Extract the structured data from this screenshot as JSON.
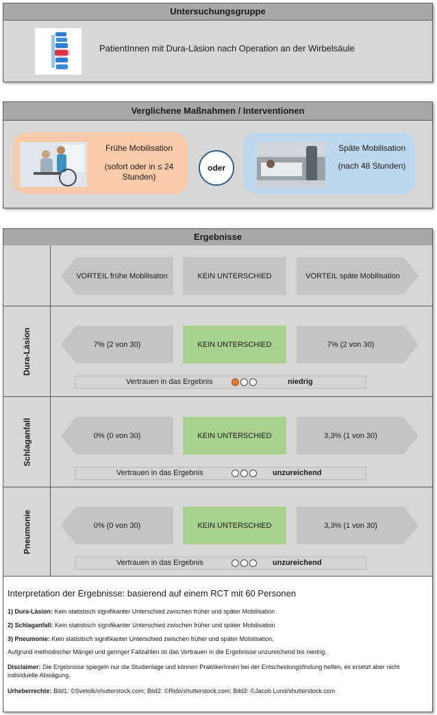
{
  "section1": {
    "header": "Untersuchungsgruppe",
    "description": "PatientInnen mit Dura-Läsion nach Operation an der Wirbelsäule",
    "image_icon": "spine-image"
  },
  "section2": {
    "header": "Verglichene Maßnahmen / Interventionen",
    "left": {
      "title": "Frühe Mobilisation",
      "line2": "(sofort oder in ≤ 24",
      "line3": "Stunden)"
    },
    "connector": "oder",
    "right": {
      "title": "Späte Mobilisation",
      "line2": "(nach 48 Stunden)"
    },
    "colors": {
      "left_bg": "#f9cbab",
      "right_bg": "#bdd7ee"
    }
  },
  "results": {
    "header": "Ergebnisse",
    "columns": {
      "left": "VORTEIL frühe Mobilisaton",
      "middle": "KEIN UNTERSCHIED",
      "right": "VORTEIL späte Mobilisation"
    },
    "rows": [
      {
        "label": "Dura-Läsion",
        "left": "7% (2 von 30)",
        "middle": "KEIN UNTERSCHIED",
        "right": "7% (2 von 30)",
        "confidence_label": "Vertrauen in das Ergebnis",
        "confidence_level": 1,
        "confidence_text": "niedrig"
      },
      {
        "label": "Schlaganfall",
        "left": "0% (0 von 30)",
        "middle": "KEIN UNTERSCHIED",
        "right": "3,3% (1 von 30)",
        "confidence_label": "Vertrauen in das Ergebnis",
        "confidence_level": 0,
        "confidence_text": "unzureichend"
      },
      {
        "label": "Pneumonie",
        "left": "0% (0 von 30)",
        "middle": "KEIN UNTERSCHIED",
        "right": "3,3% (1 von 30)",
        "confidence_label": "Vertrauen in das Ergebnis",
        "confidence_level": 0,
        "confidence_text": "unzureichend"
      }
    ],
    "colors": {
      "green": "#a9d18e",
      "filled_dot": "#e07b2c"
    }
  },
  "interpretation": {
    "title": "Interpretation der Ergebnisse: basierend auf einem RCT mit 60 Personen",
    "items": [
      {
        "bold": "1) Dura-Läsion:",
        "text": " Kein statistisch signifikanter Unterschied zwischen früher und später Mobilisation"
      },
      {
        "bold": "2) Schlaganfall:",
        "text": " Kein statistisch signifikanter Unterschied zwischen früher und später Mobilisation"
      },
      {
        "bold": "3) Pneumonie:",
        "text": " Kein statistisch signifikanter Unterschied zwischen früher und später Mobilisation,"
      }
    ],
    "note": "Aufgrund methodischer Mängel und geringer Fallzahlen ist das Vertrauen in die Ergebnisse unzureichend bis niedrig.",
    "disclaimer_label": "Disclaimer:",
    "disclaimer_text": " Die Ergebnisse spiegeln nur die Studienlage und können PraktikerInnen bei der Entscheidungsfindung helfen, es ersetzt aber nicht individuelle Abwägung.",
    "copyright_label": "Urheberrechte:",
    "copyright_text": " Bild1: ©Svetolk/shutterstock.com; Bild2: ©Rido/shutterstock.com; Bild3: ©Jacob Lund/shutterstock.com"
  }
}
